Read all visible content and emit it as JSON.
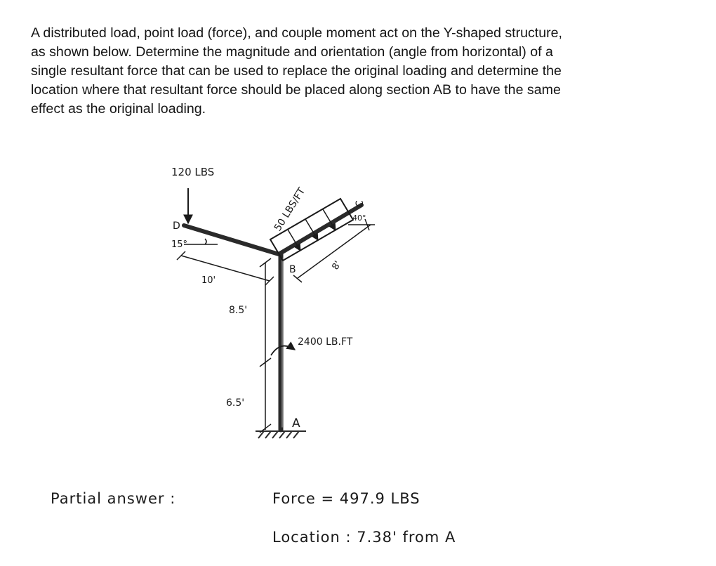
{
  "problem": {
    "lines": [
      "A distributed load, point load (force), and couple moment act on the Y-shaped structure,",
      "as shown below.  Determine the magnitude and orientation (angle from horizontal) of a",
      "single resultant force that can be used to replace the original loading and determine the",
      "location where that resultant force should be placed along section AB to have the same",
      "effect as the original loading."
    ]
  },
  "diagram": {
    "point_load_label": "120 LBS",
    "point_D": "D",
    "angle_D": "15°",
    "length_DB": "10'",
    "dist_load_label": "50 LBS/FT",
    "point_C": "C",
    "angle_C": "40°",
    "length_BC": "8'",
    "point_B": "B",
    "length_upper": "8.5'",
    "moment_label": "2400 LB.FT",
    "length_lower": "6.5'",
    "point_A": "A"
  },
  "answer": {
    "partial_label": "Partial answer :",
    "force_text": "Force =  497.9 LBS",
    "location_text": "Location :  7.38' from A"
  }
}
